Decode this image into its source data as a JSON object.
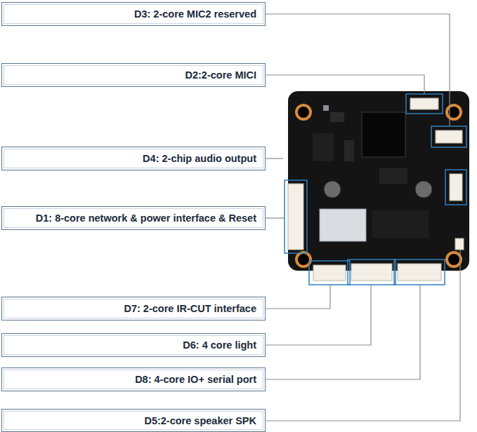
{
  "diagram": {
    "nodes": [
      {
        "text": [
          "D3: 2-core MIC2 reserved"
        ]
      },
      {
        "text": [
          "D2:2-core MICI"
        ]
      },
      {
        "text": [
          "D4: 2-chip audio output"
        ]
      },
      {
        "text": [
          "D1: 8-core network & power interface & Reset"
        ]
      },
      {
        "text": [
          "D7: 2-core IR-CUT interface"
        ]
      },
      {
        "text": [
          "D6: 4 core light"
        ]
      },
      {
        "text": [
          "D8: 4-core IO+ serial port"
        ]
      },
      {
        "text": [
          "D5:2-core speaker SPK"
        ]
      }
    ]
  }
}
